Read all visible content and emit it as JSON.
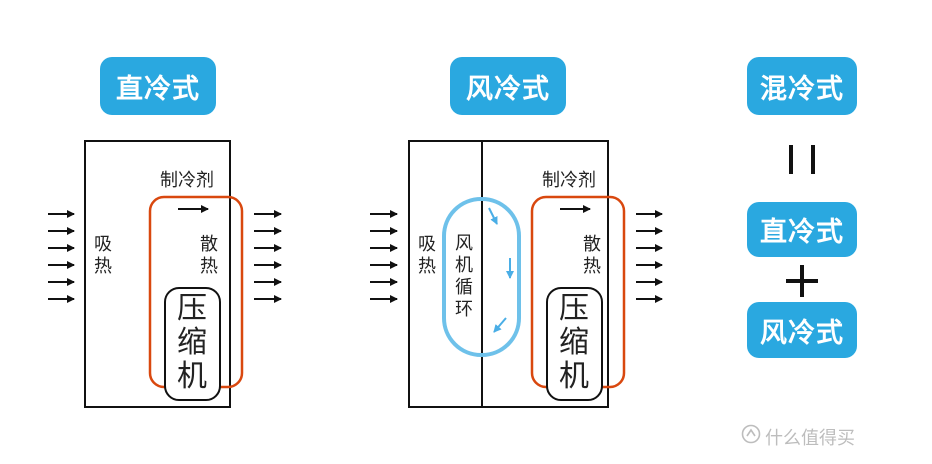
{
  "panels": {
    "direct": {
      "title": "直冷式",
      "refrigerant": "制冷剂",
      "absorb": "吸热",
      "dissipate": "散热",
      "compressor": "压缩机"
    },
    "air": {
      "title": "风冷式",
      "refrigerant": "制冷剂",
      "absorb": "吸热",
      "fan_cycle": "风机循环",
      "dissipate": "散热",
      "compressor": "压缩机"
    },
    "hybrid": {
      "title": "混冷式",
      "equals": "||",
      "part1": "直冷式",
      "plus": "+",
      "part2": "风冷式"
    }
  },
  "watermark": "什么值得买",
  "colors": {
    "tag_bg": "#2aa8e0",
    "loop": "#d9480f",
    "fan_loop": "#6ec1ea",
    "text": "#222222"
  }
}
